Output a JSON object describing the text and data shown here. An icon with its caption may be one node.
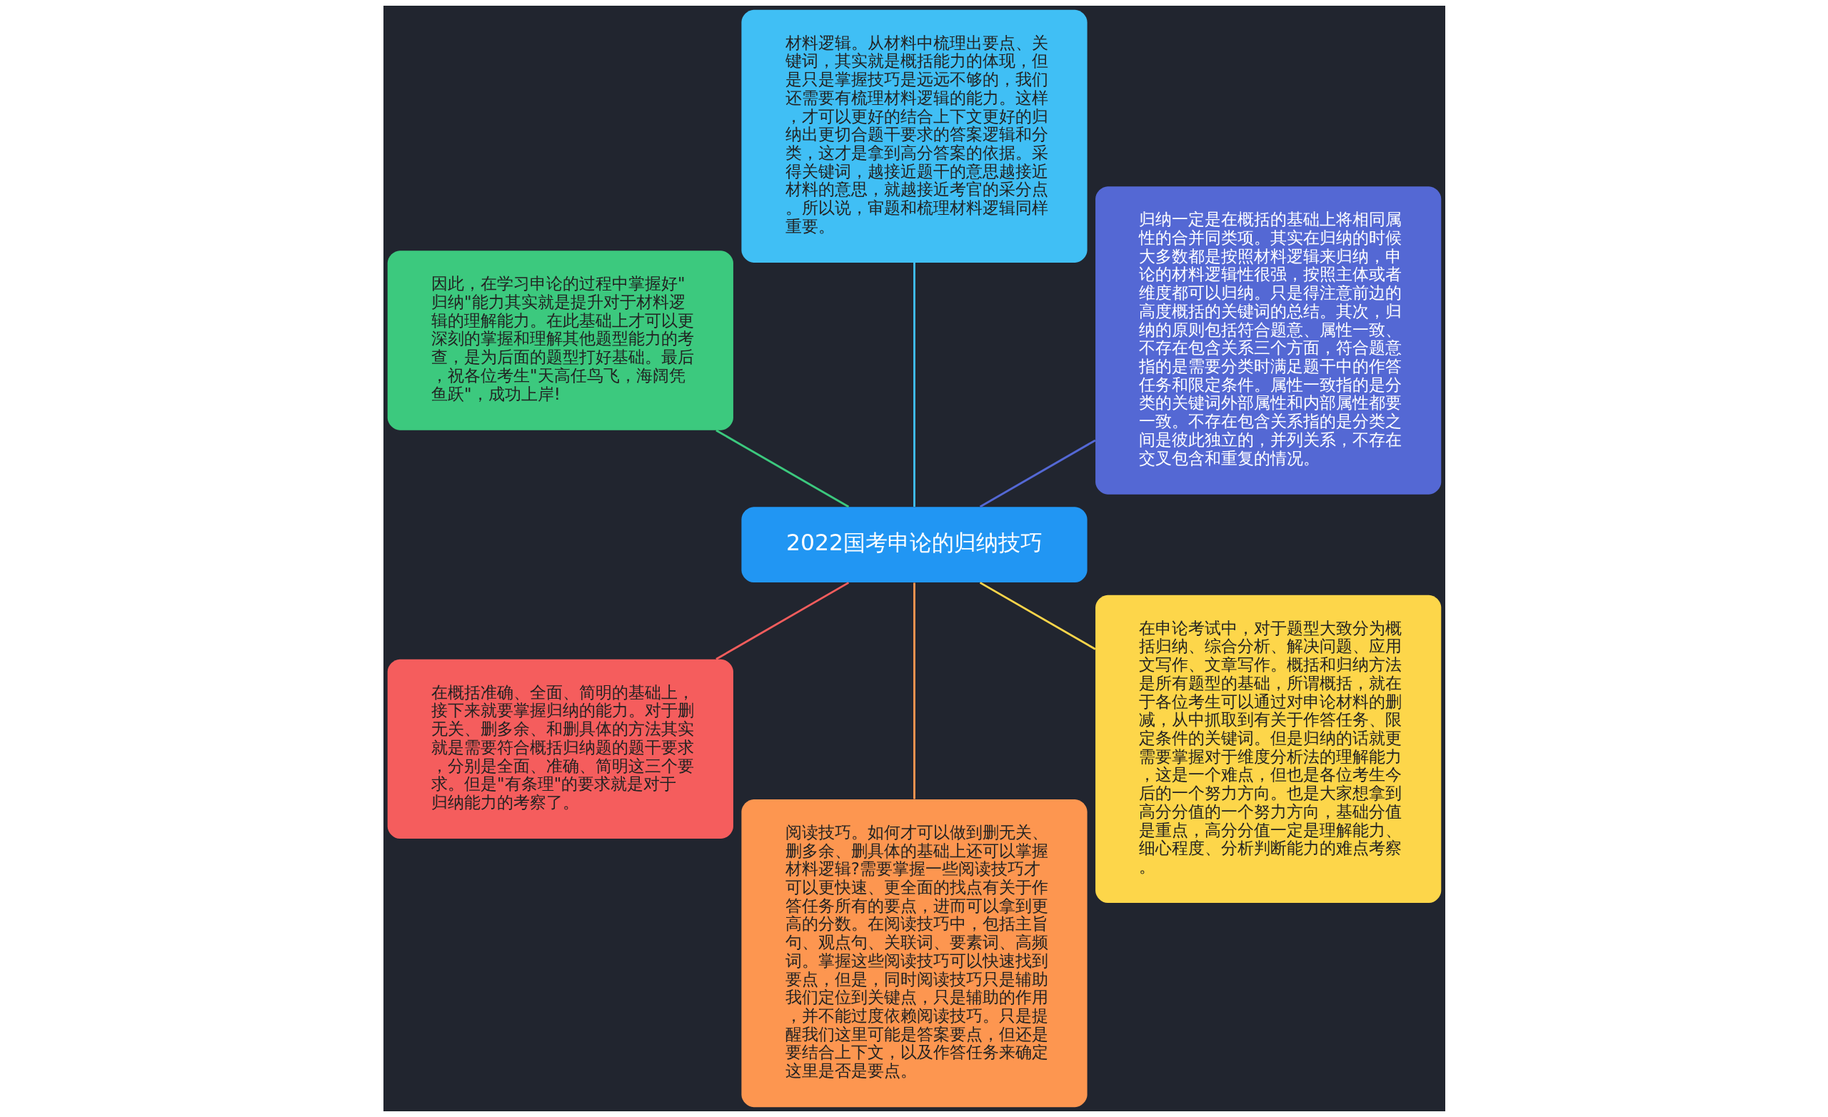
{
  "diagram": {
    "nodes": [
      {
        "text": [
          "2022国考申论的归纳技巧"
        ]
      },
      {
        "text": [
          "归纳一定是在概括的基础上将相同属性的合并同类项。其实在归纳的时候大多数都是按照材料逻辑来归纳，申论的材料逻辑性很强，按照主体或者维度都可以归纳。只是得注意前边的高度概括的关键词的总结。其次，归纳的原则包括符合题意、属性一致、不存在包含关系三个方面，符合题意指的是需要分类时满足题干中的作答任务和限定条件。属性一致指的是分类的关键词外部属性和内部属性都要一致。不存在包含关系指的是分类之间是彼此独立的，并列关系，不存在交叉包含和重复的情况。"
        ]
      },
      {
        "text": [
          "材料逻辑。从材料中梳理出要点、关键词，其实就是概括能力的体现，但是只是掌握技巧是远远不够的，我们还需要有梳理材料逻辑的能力。这样，才可以更好的结合上下文更好的归纳出更切合题干要求的答案逻辑和分类，这才是拿到高分答案的依据。采得关键词，越接近题干的意思越接近材料的意思，就越接近考官的采分点。所以说，审题和梳理材料逻辑同样重要。"
        ]
      },
      {
        "text": [
          "因此，在学习申论的过程中掌握好\"归纳\"能力其实就是提升对于材料逻辑的理解能力。在此基础上才可以更深刻的掌握和理解其他题型能力的考查，是为后面的题型打好基础。最后，祝各位考生\"天高任鸟飞，海阔凭鱼跃\"，成功上岸!"
        ]
      },
      {
        "text": [
          "在概括准确、全面、简明的基础上，接下来就要掌握归纳的能力。对于删无关、删多余、和删具体的方法其实就是需要符合概括归纳题的题干要求，分别是全面、准确、简明这三个要求。但是\"有条理\"的要求就是对于归纳能力的考察了。"
        ]
      },
      {
        "text": [
          "阅读技巧。如何才可以做到删无关、删多余、删具体的基础上还可以掌握材料逻辑?需要掌握一些阅读技巧才可以更快速、更全面的找点有关于作答任务所有的要点，进而可以拿到更高的分数。在阅读技巧中，包括主旨句、观点句、关联词、要素词、高频词。掌握这些阅读技巧可以快速找到要点，但是，同时阅读技巧只是辅助我们定位到关键点，只是辅助的作用，并不能过度依赖阅读技巧。只是提醒我们这里可能是答案要点，但还是要结合上下文，以及作答任务来确定这里是否是要点。"
        ]
      },
      {
        "text": [
          "在申论考试中，对于题型大致分为概括归纳、综合分析、解决问题、应用文写作、文章写作。概括和归纳方法是所有题型的基础，所谓概括，就在于各位考生可以通过对申论材料的删减，从中抓取到有关于作答任务、限定条件的关键词。但是归纳的话就更需要掌握对于维度分析法的理解能力，这是一个难点，但也是各位考生今后的一个努力方向。也是大家想拿到高分分值的一个努力方向，基础分值是重点，高分分值一定是理解能力、细心程度、分析判断能力的难点考察。"
        ]
      }
    ],
    "edges": [
      {
        "from": 0,
        "to": 1,
        "arrow": "none",
        "color": "#5468d4"
      },
      {
        "from": 0,
        "to": 2,
        "arrow": "none",
        "color": "#40bff5"
      },
      {
        "from": 0,
        "to": 3,
        "arrow": "none",
        "color": "#3cc97e"
      },
      {
        "from": 0,
        "to": 4,
        "arrow": "none",
        "color": "#f55d5d"
      },
      {
        "from": 0,
        "to": 5,
        "arrow": "none",
        "color": "#fd9650"
      },
      {
        "from": 0,
        "to": 6,
        "arrow": "none",
        "color": "#fdd64a"
      }
    ]
  }
}
